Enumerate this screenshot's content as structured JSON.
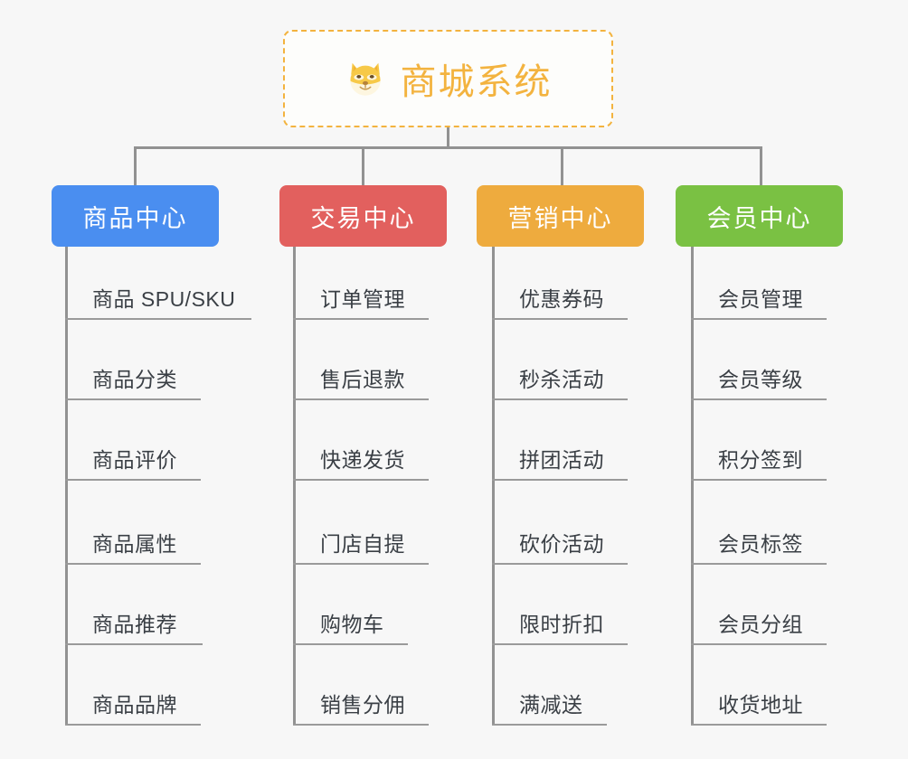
{
  "diagram": {
    "type": "org-chart",
    "background_color": "#f7f7f7",
    "connector_color": "#929292"
  },
  "root": {
    "title": "商城系统",
    "icon": "dog-face-emoji",
    "border_color": "#f3b33f",
    "text_color": "#f3b33f",
    "background_color": "#fdfdfb"
  },
  "branches": [
    {
      "label": "商品中心",
      "color": "#4a8ef0",
      "items": [
        "商品 SPU/SKU",
        "商品分类",
        "商品评价",
        "商品属性",
        "商品推荐",
        "商品品牌"
      ]
    },
    {
      "label": "交易中心",
      "color": "#e2605e",
      "items": [
        "订单管理",
        "售后退款",
        "快递发货",
        "门店自提",
        "购物车",
        "销售分佣"
      ]
    },
    {
      "label": "营销中心",
      "color": "#eeab3e",
      "items": [
        "优惠券码",
        "秒杀活动",
        "拼团活动",
        "砍价活动",
        "限时折扣",
        "满减送"
      ]
    },
    {
      "label": "会员中心",
      "color": "#7ac143",
      "items": [
        "会员管理",
        "会员等级",
        "积分签到",
        "会员标签",
        "会员分组",
        "收货地址"
      ]
    }
  ]
}
